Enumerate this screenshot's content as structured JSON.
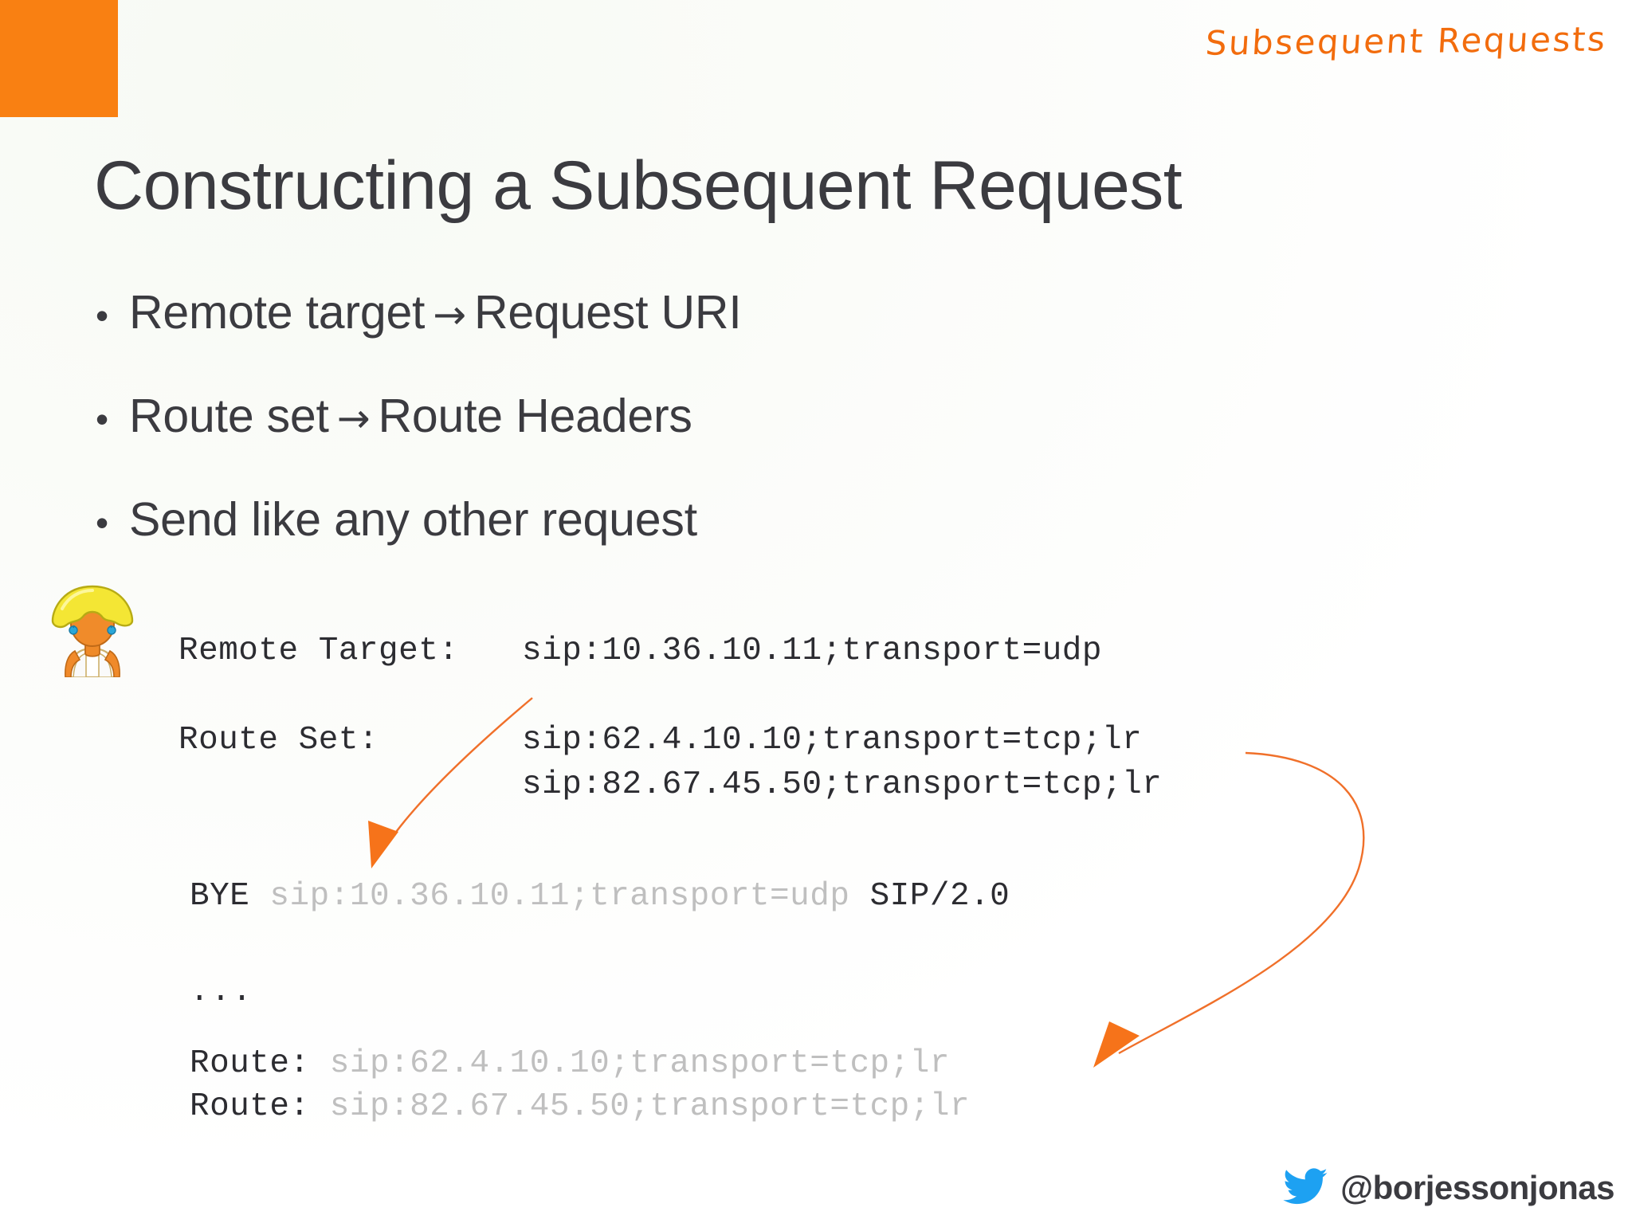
{
  "slide": {
    "kicker": "Subsequent Requests",
    "title": "Constructing a Subsequent Request",
    "bullet_marker": "•",
    "arrow_glyph": "→"
  },
  "bullets": [
    {
      "before": "Remote target",
      "arrow": "→",
      "after": "Request URI"
    },
    {
      "before": "Route set",
      "arrow": "→",
      "after": "Route Headers"
    },
    {
      "before": "Send like any other request",
      "arrow": "",
      "after": ""
    }
  ],
  "code": {
    "remote_target_label": "Remote Target:",
    "remote_target_value": "sip:10.36.10.11;transport=udp",
    "route_set_label": "Route Set:",
    "route_set_values": [
      "sip:62.4.10.10;transport=tcp;lr",
      "sip:82.67.45.50;transport=tcp;lr"
    ],
    "request_method": "BYE",
    "request_uri": "sip:10.36.10.11;transport=udp",
    "request_version": "SIP/2.0",
    "ellipsis": "...",
    "route_header_label": "Route:",
    "route_header_values": [
      "sip:62.4.10.10;transport=tcp;lr",
      "sip:82.67.45.50;transport=tcp;lr"
    ]
  },
  "footer": {
    "twitter_handle": "@borjessonjonas"
  },
  "colors": {
    "accent_orange": "#f98012",
    "arrow_orange": "#f0702a",
    "kicker_orange": "#f26c0d",
    "text_dark": "#3b3b40",
    "code_dim": "#bfbfbf",
    "twitter_blue": "#1da1f2"
  },
  "icons": {
    "avatar": "gnome-character-icon",
    "twitter": "twitter-bird-icon",
    "arrow_left": "curved-arrow-remote-target",
    "arrow_right": "curved-arrow-route-set"
  }
}
